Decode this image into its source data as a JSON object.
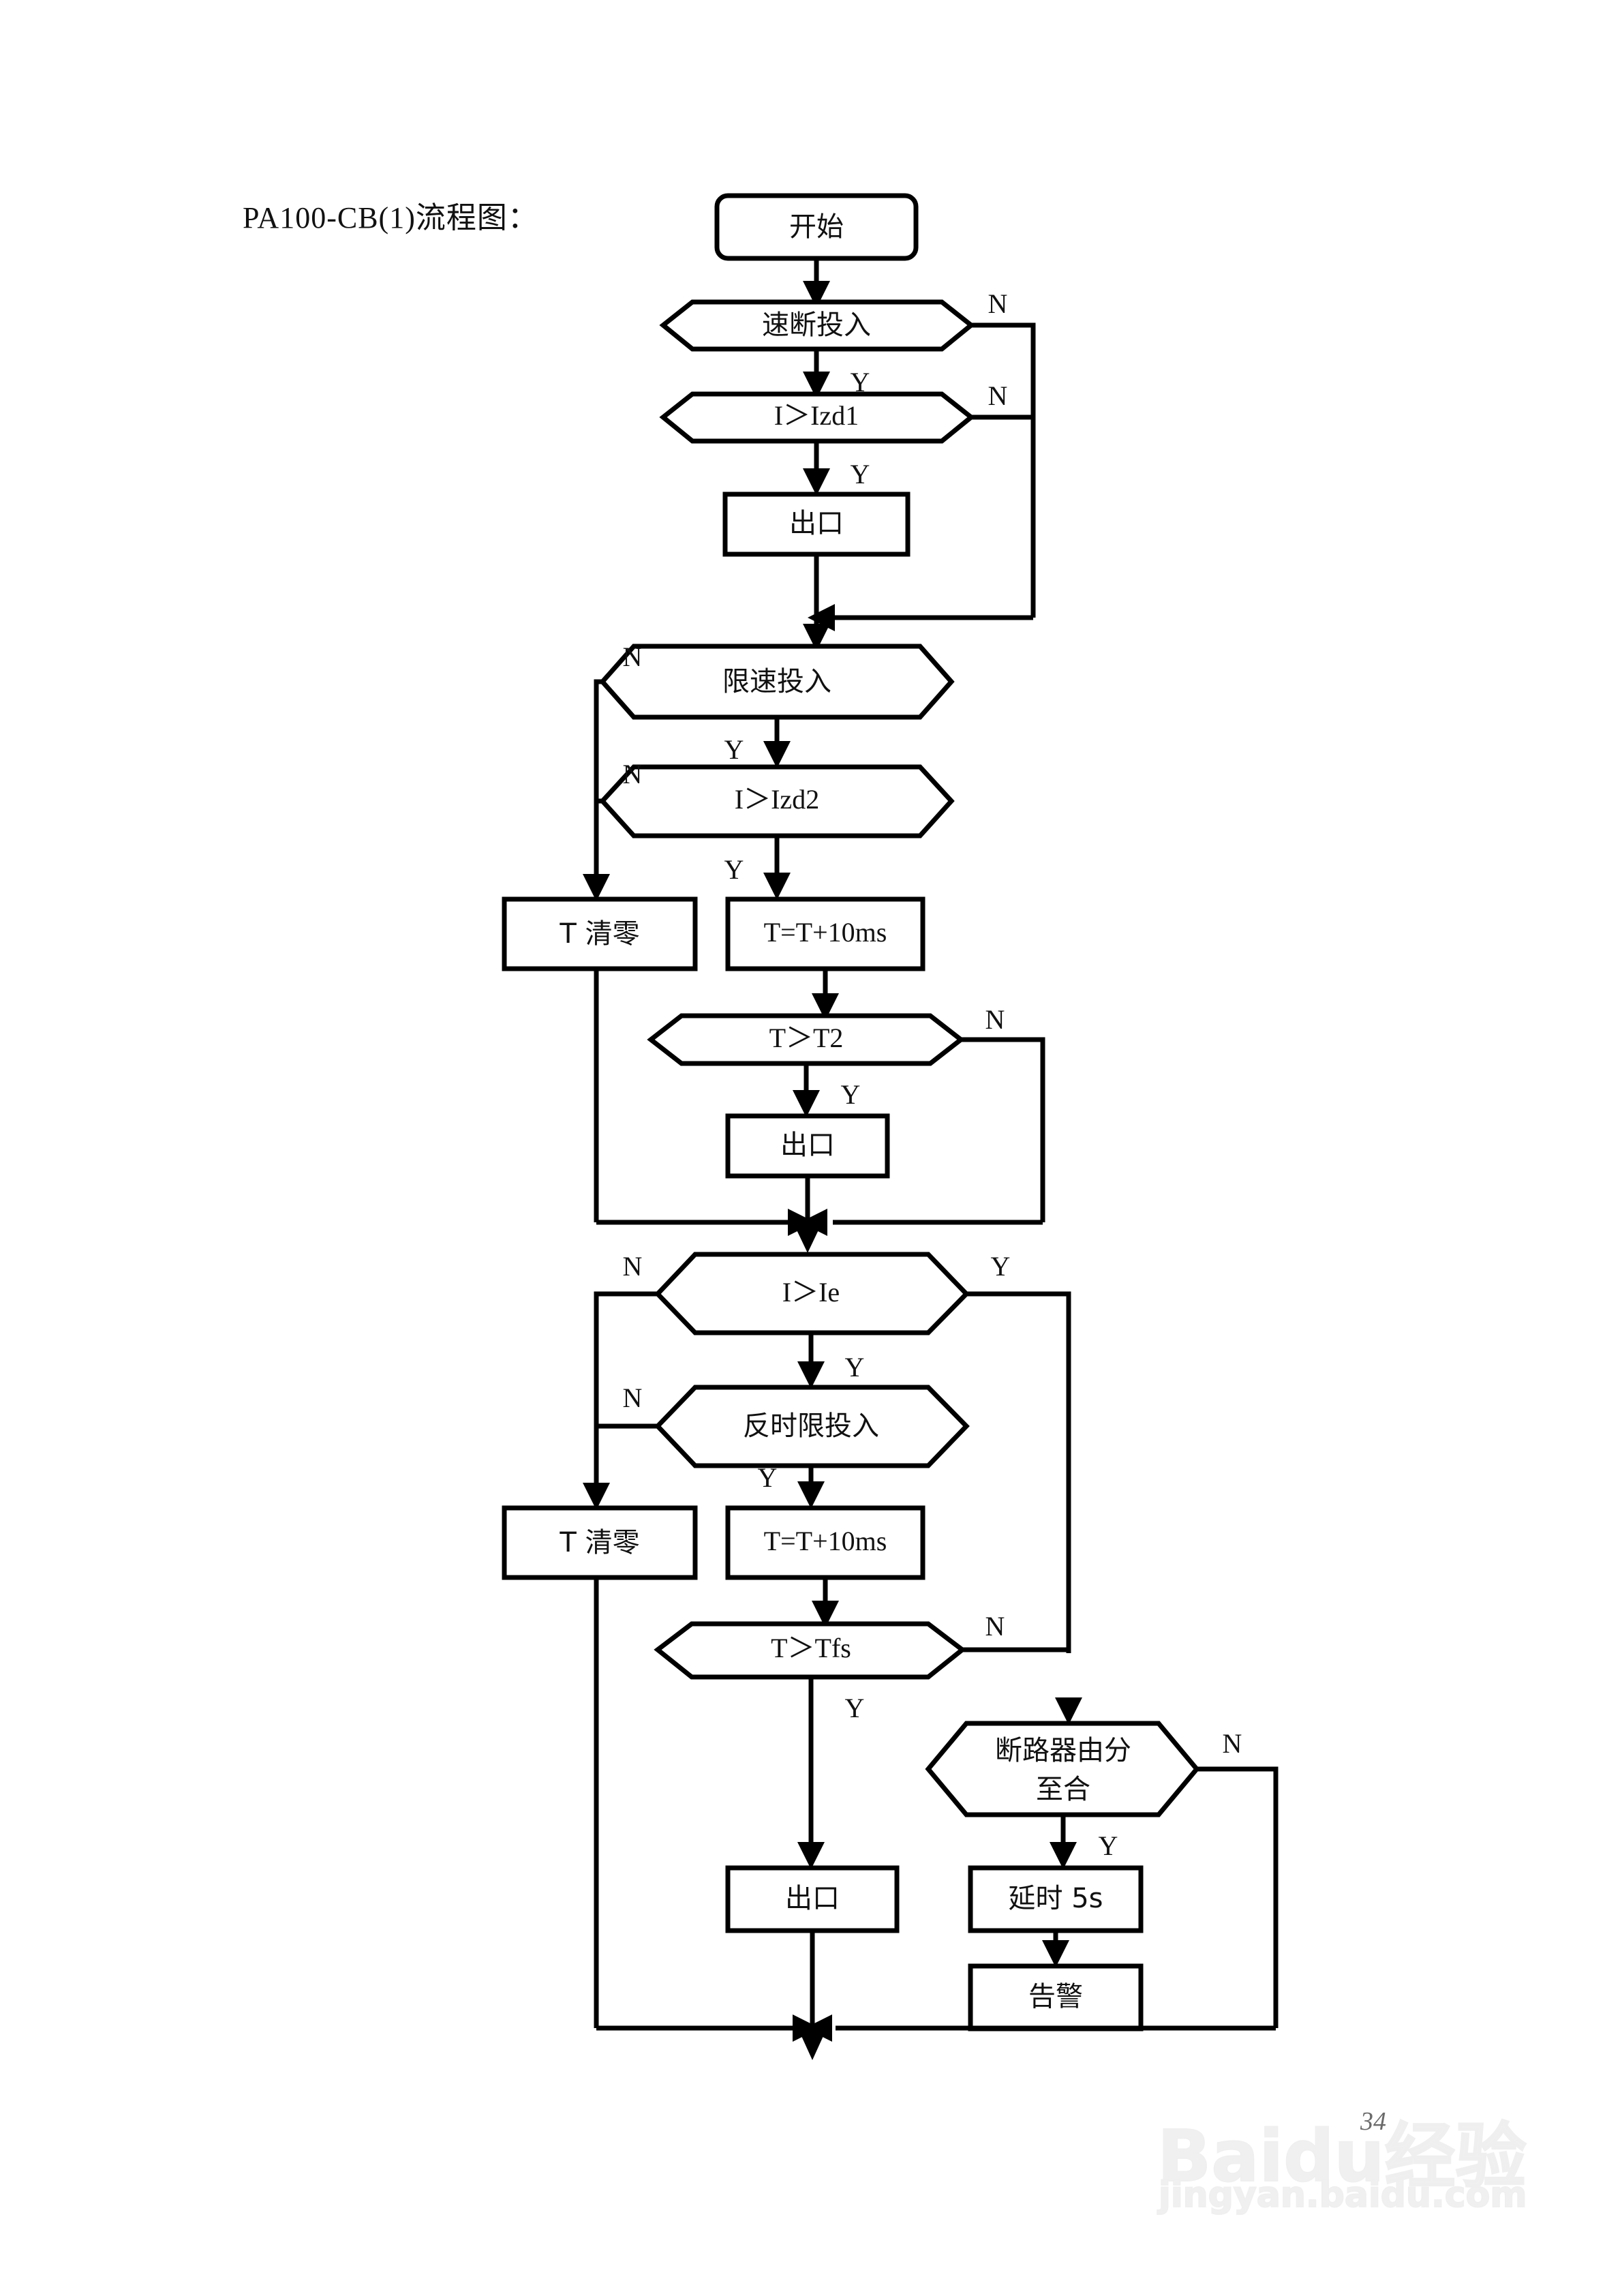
{
  "page": {
    "title": "PA100-CB(1)流程图：",
    "page_number": "34"
  },
  "watermark": {
    "brand": "Baidu经验",
    "url": "jingyan.baidu.com"
  },
  "labels": {
    "yes": "Y",
    "no": "N"
  },
  "nodes": {
    "start": "开始",
    "sudan_toru": "速断投入",
    "i_gt_izd1": "I＞Izd1",
    "exit1": "出口",
    "xiansu_toru": "限速投入",
    "i_gt_izd2": "I＞Izd2",
    "t_clear_1": "T 清零",
    "t_inc_1": "T=T+10ms",
    "t_gt_t2": "T＞T2",
    "exit2": "出口",
    "i_gt_ie": "I＞Ie",
    "fanshixian_toru": "反时限投入",
    "t_clear_2": "T 清零",
    "t_inc_2": "T=T+10ms",
    "t_gt_tfs": "T＞Tfs",
    "exit3": "出口",
    "breaker_line1": "断路器由分",
    "breaker_line2": "至合",
    "delay_5s": "延时 5s",
    "alarm": "告警"
  },
  "flow": {
    "edges": [
      {
        "from": "start",
        "to": "sudan_toru",
        "label": ""
      },
      {
        "from": "sudan_toru",
        "to": "i_gt_izd1",
        "label": "Y"
      },
      {
        "from": "sudan_toru",
        "to": "merge1",
        "label": "N"
      },
      {
        "from": "i_gt_izd1",
        "to": "exit1",
        "label": "Y"
      },
      {
        "from": "i_gt_izd1",
        "to": "merge1",
        "label": "N"
      },
      {
        "from": "exit1",
        "to": "merge1",
        "label": ""
      },
      {
        "from": "merge1",
        "to": "xiansu_toru",
        "label": ""
      },
      {
        "from": "xiansu_toru",
        "to": "i_gt_izd2",
        "label": "Y"
      },
      {
        "from": "xiansu_toru",
        "to": "t_clear_1",
        "label": "N"
      },
      {
        "from": "i_gt_izd2",
        "to": "t_inc_1",
        "label": "Y"
      },
      {
        "from": "i_gt_izd2",
        "to": "t_clear_1",
        "label": "N"
      },
      {
        "from": "t_inc_1",
        "to": "t_gt_t2",
        "label": ""
      },
      {
        "from": "t_gt_t2",
        "to": "exit2",
        "label": "Y"
      },
      {
        "from": "t_gt_t2",
        "to": "merge2",
        "label": "N"
      },
      {
        "from": "t_clear_1",
        "to": "merge2",
        "label": ""
      },
      {
        "from": "exit2",
        "to": "merge2",
        "label": ""
      },
      {
        "from": "merge2",
        "to": "i_gt_ie",
        "label": ""
      },
      {
        "from": "i_gt_ie",
        "to": "fanshixian_toru",
        "label": "Y"
      },
      {
        "from": "i_gt_ie",
        "to": "t_clear_2",
        "label": "N"
      },
      {
        "from": "i_gt_ie",
        "to": "breaker",
        "label": "Y"
      },
      {
        "from": "fanshixian_toru",
        "to": "t_inc_2",
        "label": "Y"
      },
      {
        "from": "fanshixian_toru",
        "to": "t_clear_2",
        "label": "N"
      },
      {
        "from": "t_inc_2",
        "to": "t_gt_tfs",
        "label": ""
      },
      {
        "from": "t_gt_tfs",
        "to": "exit3",
        "label": "Y"
      },
      {
        "from": "t_gt_tfs",
        "to": "breaker",
        "label": "N"
      },
      {
        "from": "breaker",
        "to": "delay_5s",
        "label": "Y"
      },
      {
        "from": "breaker",
        "to": "merge3",
        "label": "N"
      },
      {
        "from": "delay_5s",
        "to": "alarm",
        "label": ""
      },
      {
        "from": "alarm",
        "to": "merge3",
        "label": ""
      },
      {
        "from": "exit3",
        "to": "merge3",
        "label": ""
      },
      {
        "from": "t_clear_2",
        "to": "merge3",
        "label": ""
      }
    ]
  }
}
